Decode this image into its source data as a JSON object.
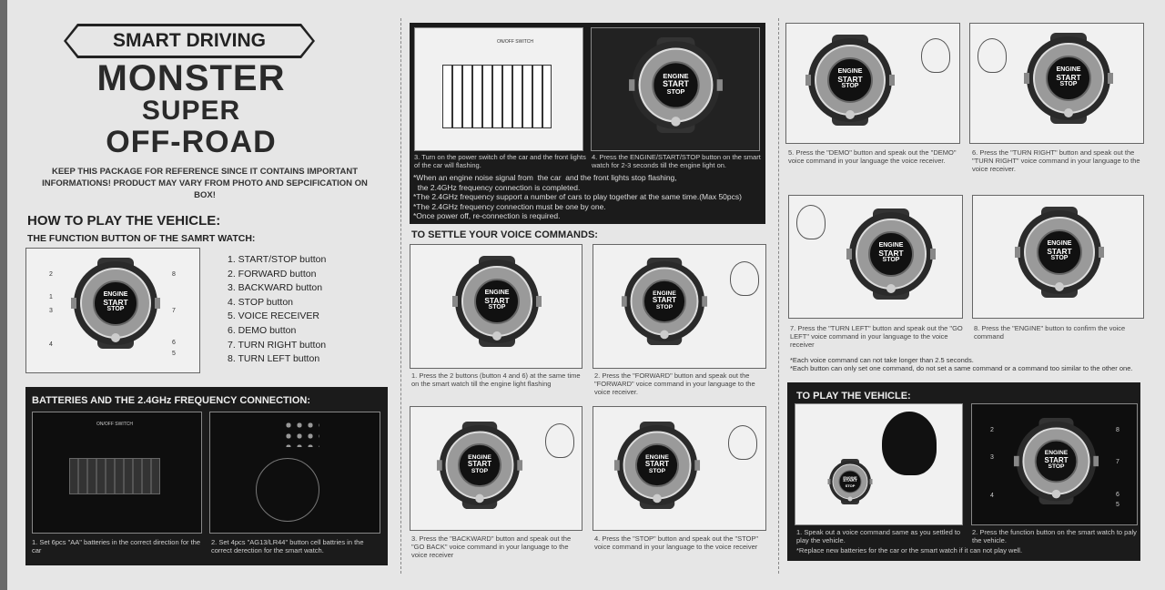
{
  "brand": {
    "tag": "SMART DRIVING",
    "line1": "MONSTER",
    "line2": "SUPER",
    "line3": "OFF-ROAD"
  },
  "notice": "KEEP THIS PACKAGE FOR REFERENCE SINCE IT CONTAINS IMPORTANT INFORMATIONS! PRODUCT MAY VARY FROM PHOTO AND SEPCIFICATION ON BOX!",
  "how": {
    "title": "HOW TO PLAY THE VEHICLE:",
    "subtitle": "THE FUNCTION BUTTON OF THE SAMRT WATCH:",
    "buttons": [
      "1. START/STOP button",
      "2. FORWARD button",
      "3. BACKWARD button",
      "4. STOP button",
      "5. VOICE RECEIVER",
      "6. DEMO button",
      "7. TURN RIGHT button",
      "8. TURN LEFT button"
    ]
  },
  "watch": {
    "l1": "ENGINE",
    "l2": "START",
    "l3": "STOP"
  },
  "switch_label": "ON/OFF SWITCH",
  "batteries": {
    "title": "BATTERIES AND THE 2.4GHz FREQUENCY CONNECTION:",
    "step1": "1. Set 6pcs \"AA\" batteries in the correct direction for the car",
    "step2": "2. Set 4pcs \"AG13/LR44\" button cell battries in the correct derection for the smart watch."
  },
  "connect": {
    "step3": "3. Turn on the power switch of the car and the front lights of the car will flashing.",
    "step4": "4. Press the ENGINE/START/STOP button on the smart watch for 2-3 seconds till the engine light on.",
    "notes": [
      "*When an engine noise signal from  the car  and the front lights stop flashing,",
      "  the 2.4GHz frequency connection is completed.",
      "*The 2.4GHz frequency support a number of cars to play together at the same time.(Max 50pcs)",
      "*The 2.4GHz frequency connection must be one by one.",
      "*Once power off, re-connection is required."
    ]
  },
  "voice": {
    "title": "TO SETTLE YOUR VOICE COMMANDS:",
    "steps": [
      "1. Press the 2 buttons (button 4 and 6) at the same time on the smart watch till the engine light flashing",
      "2. Press the \"FORWARD\" button and speak out the \"FORWARD\" voice command in your language to the voice receiver.",
      "3. Press the \"BACKWARD\" button  and speak out the \"GO BACK\" voice command in your language to the voice receiver",
      "4. Press the \"STOP\" button and speak out the \"STOP\" voice command in your language to the voice receiver",
      "5. Press the \"DEMO\" button and speak out the \"DEMO\" voice command in your language the voice receiver.",
      "6. Press the \"TURN RIGHT\" button  and speak out the \"TURN RIGHT\" voice command in your language to the voice receiver.",
      "7. Press the \"TURN LEFT\" button and speak out the \"GO LEFT\" voice command in your language to the voice receiver",
      "8. Press the \"ENGINE\" button to confirm the voice command"
    ],
    "notes": [
      "*Each voice command can not take longer than 2.5 seconds.",
      "*Each  button can only set one command, do not set a same command or a command too similar to the other one."
    ]
  },
  "play": {
    "title": "TO PLAY THE VEHICLE:",
    "step1": "1. Speak out a voice command same as you settled to play the vehicle.",
    "step2": "2. Press the function button on the smart watch to paly the vehicle.",
    "note": "*Replace new batteries for the car or the smart watch if it can not play well."
  }
}
